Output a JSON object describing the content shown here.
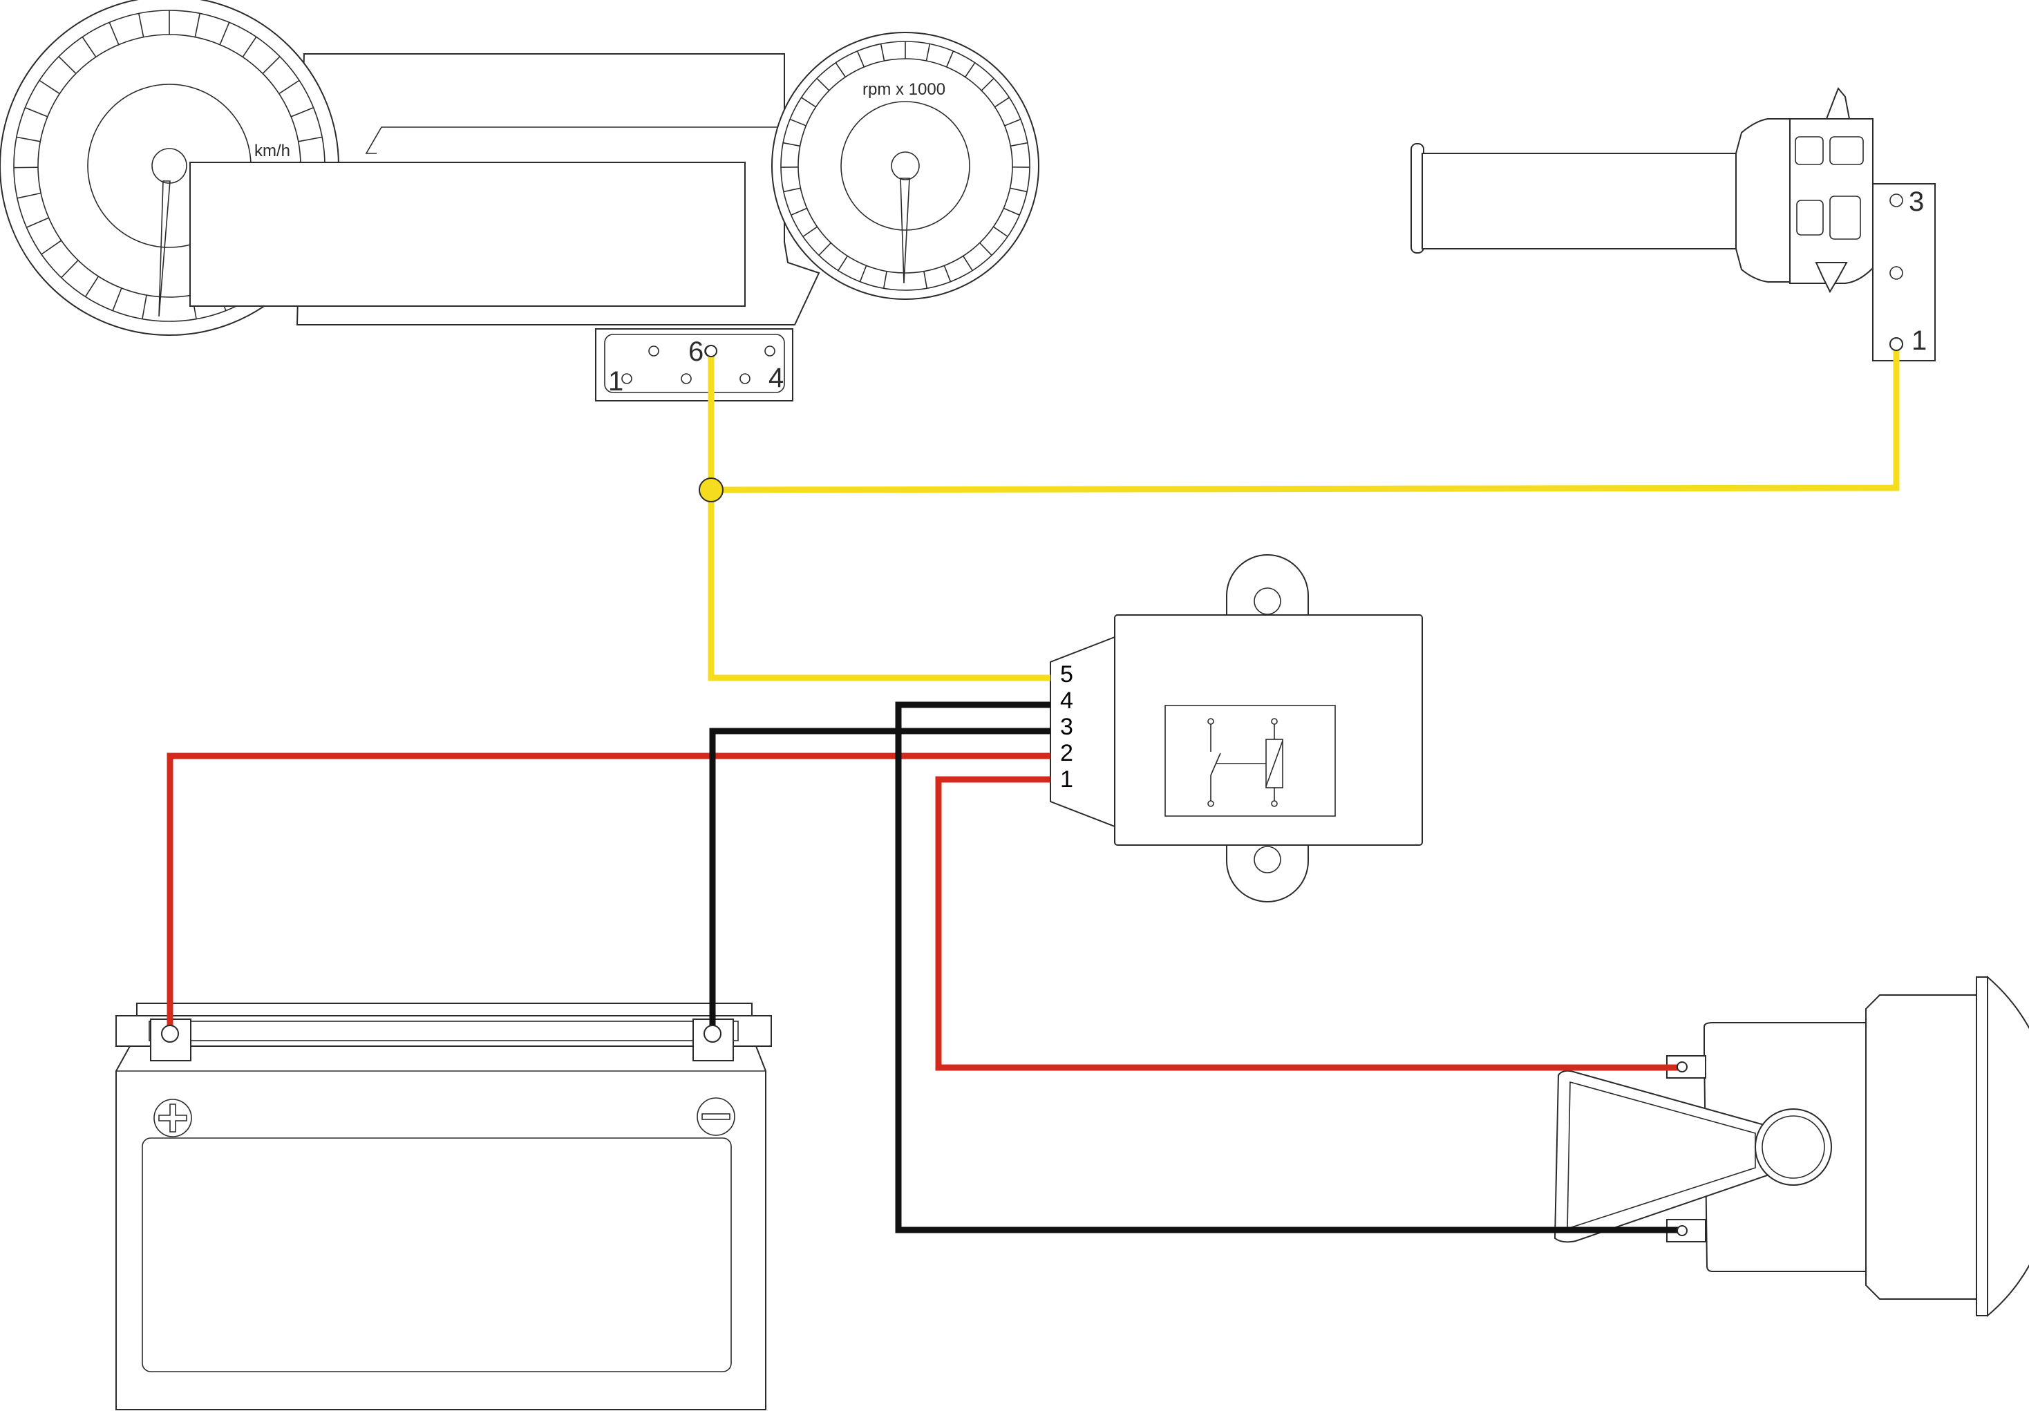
{
  "colors": {
    "yellow_wire": "#f6dc1e",
    "red_wire": "#d42a1e",
    "black_wire": "#111111",
    "outline": "#2b2b2b"
  },
  "instrument_cluster": {
    "speedo_unit": "km/h",
    "tacho_unit": "rpm x 1000",
    "connector_labels": {
      "pin1": "1",
      "pin6": "6",
      "pin4": "4"
    }
  },
  "handlebar_switch": {
    "connector_labels": {
      "pin3": "3",
      "pin1": "1"
    }
  },
  "relay": {
    "pins": [
      "5",
      "4",
      "3",
      "2",
      "1"
    ]
  },
  "battery": {
    "terminals": [
      "+",
      "−"
    ],
    "terminal_icons": [
      "plus-icon",
      "minus-icon"
    ]
  },
  "wires": [
    {
      "id": "yellow-cluster-to-relay",
      "color": "yellow"
    },
    {
      "id": "yellow-switch-to-junction",
      "color": "yellow"
    },
    {
      "id": "red-battery-plus-to-relay-2",
      "color": "red"
    },
    {
      "id": "red-relay-1-to-horn",
      "color": "red"
    },
    {
      "id": "black-battery-minus-to-relay-3",
      "color": "black"
    },
    {
      "id": "black-relay-4-to-horn",
      "color": "black"
    }
  ]
}
